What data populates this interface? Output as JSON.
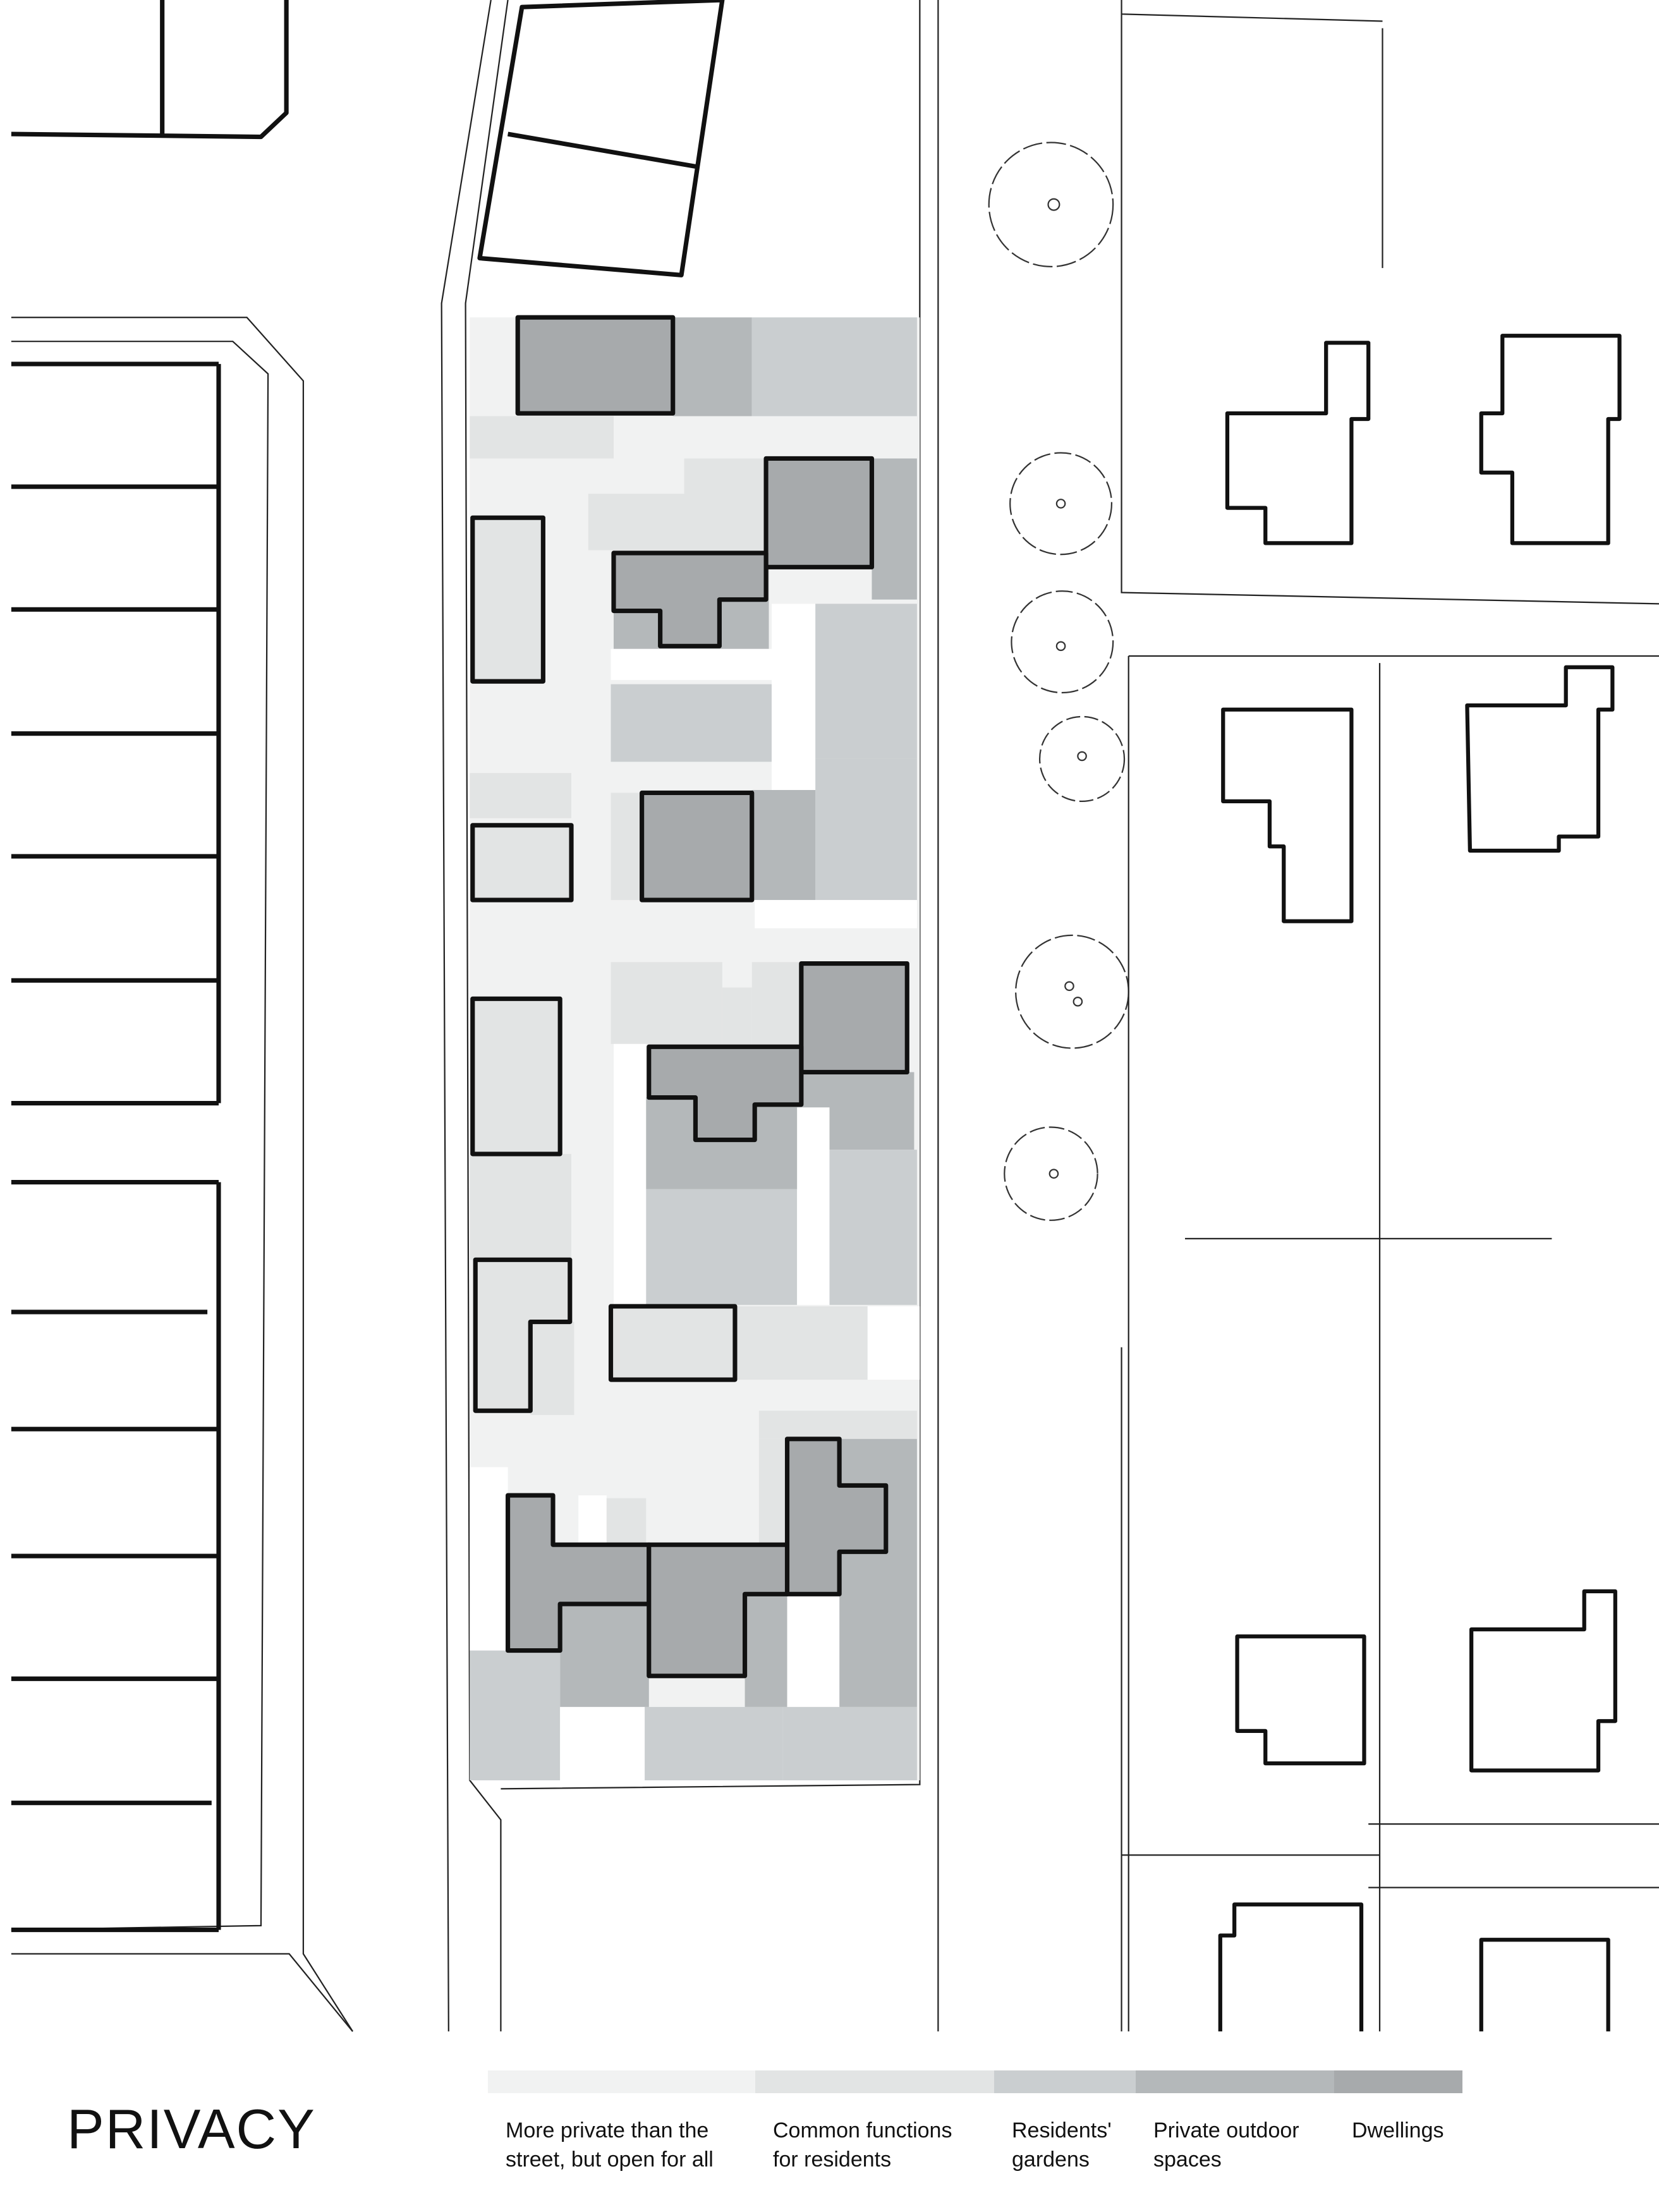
{
  "title": "PRIVACY",
  "legend": [
    {
      "label": "More private than the\nstreet, but open for all",
      "color": "#f1f2f2"
    },
    {
      "label": "Common functions\nfor residents",
      "color": "#e2e4e4"
    },
    {
      "label": "Residents'\ngardens",
      "color": "#caced0"
    },
    {
      "label": "Private outdoor\nspaces",
      "color": "#b4b8ba"
    },
    {
      "label": "Dwellings",
      "color": "#a7aaac"
    }
  ]
}
